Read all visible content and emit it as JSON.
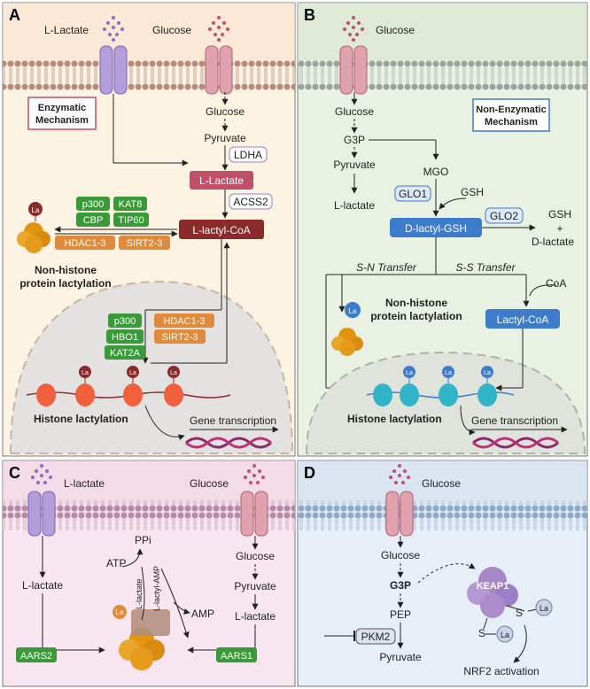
{
  "colors": {
    "panelA": "#fdf3e3",
    "panelB": "#e9f1e3",
    "panelC": "#f7e6f0",
    "panelD": "#e6eef8",
    "enzymeGreen": "#3a9a3a",
    "eraserOrange": "#e08a3c",
    "lactateRed": "#c0506a",
    "lactylCoA": "#8b2a2a",
    "blueBox": "#3d7ccc",
    "lavender": "#9b7fc8"
  },
  "panelA": {
    "letter": "A",
    "l_lactate": "L-Lactate",
    "glucose": "Glucose",
    "glucose2": "Glucose",
    "pyruvate": "Pyruvate",
    "ldha": "LDHA",
    "l_lactate_box": "L-Lactate",
    "acss2": "ACSS2",
    "lactyl_coa": "L-lactyl-CoA",
    "mechanism": "Enzymatic\nMechanism",
    "writers_top": [
      "p300",
      "KAT8",
      "CBP",
      "TIP60"
    ],
    "erasers_top": [
      "HDAC1-3",
      "SIRT2-3"
    ],
    "non_histone": "Non-histone\nprotein lactylation",
    "writers_bottom": [
      "p300",
      "HBO1",
      "KAT2A"
    ],
    "erasers_bottom": [
      "HDAC1-3",
      "SIRT2-3"
    ],
    "histone": "Histone lactylation",
    "gene": "Gene transcription",
    "la": "La"
  },
  "panelB": {
    "letter": "B",
    "glucose": "Glucose",
    "glucose2": "Glucose",
    "g3p": "G3P",
    "pyruvate": "Pyruvate",
    "l_lactate": "L-lactate",
    "mgo": "MGO",
    "glo1": "GLO1",
    "gsh": "GSH",
    "d_lactyl_gsh": "D-lactyl-GSH",
    "glo2": "GLO2",
    "gsh2": "GSH",
    "plus": "+",
    "d_lactate": "D-lactate",
    "mechanism": "Non-Enzymatic\nMechanism",
    "sn": "S-N Transfer",
    "ss": "S-S Transfer",
    "coa": "CoA",
    "lactyl_coa": "Lactyl-CoA",
    "non_histone": "Non-histone\nprotein lactylation",
    "histone": "Histone lactylation",
    "gene": "Gene transcription",
    "la": "La"
  },
  "panelC": {
    "letter": "C",
    "l_lactate_top": "L-lactate",
    "glucose": "Glucose",
    "l_lactate_left": "L-lactate",
    "glucose2": "Glucose",
    "pyruvate": "Pyruvate",
    "l_lactate_right": "L-lactate",
    "ppi": "PPi",
    "atp": "ATP",
    "amp": "AMP",
    "lactate_rot": "L-lactate",
    "lactyl_amp": "L-lactyl-AMP",
    "aars2": "AARS2",
    "aars1": "AARS1",
    "la": "La"
  },
  "panelD": {
    "letter": "D",
    "glucose": "Glucose",
    "glucose2": "Glucose",
    "g3p": "G3P",
    "pep": "PEP",
    "pkm2": "PKM2",
    "pyruvate": "Pyruvate",
    "keap1": "KEAP1",
    "s1": "S",
    "s2": "S",
    "la": "La",
    "nrf2": "NRF2 activation"
  }
}
